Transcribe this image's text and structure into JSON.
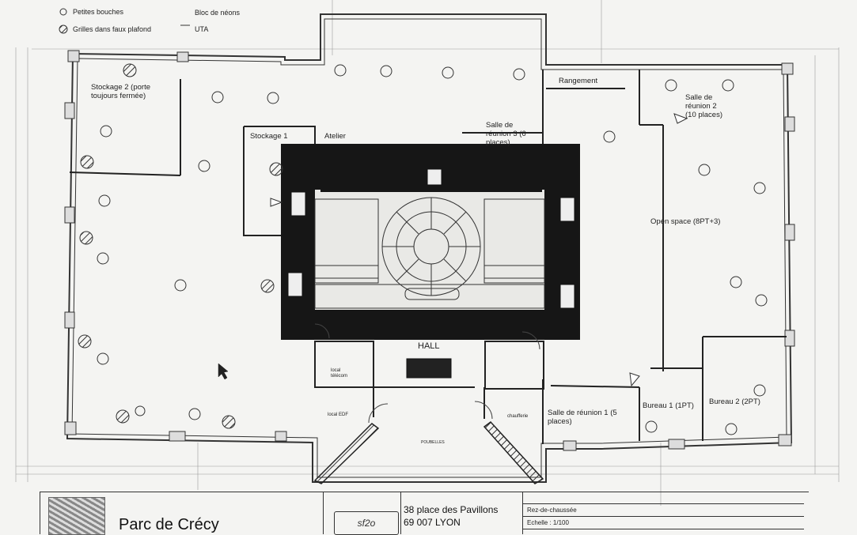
{
  "legend": {
    "items": [
      {
        "symbol": "circle",
        "label": "Petites bouches"
      },
      {
        "symbol": "hatched-circle",
        "label": "Grilles dans faux plafond"
      },
      {
        "symbol": "bar",
        "label": "Bloc de néons"
      },
      {
        "symbol": "triangle",
        "label": "UTA"
      }
    ]
  },
  "rooms": {
    "stockage2": "Stockage 2 (porte\ntoujours fermée)",
    "stockage1": "Stockage 1",
    "atelier": "Atelier",
    "salle_reunion3": "Salle de\nréunion 3 (6\nplaces)",
    "rangement": "Rangement",
    "salle_reunion2": "Salle de\nréunion 2\n(10 places)",
    "open_space": "Open space (8PT+3)",
    "hall": "HALL",
    "salle_reunion1": "Salle de réunion 1 (5\nplaces)",
    "bureau1": "Bureau 1 (1PT)",
    "bureau2": "Bureau 2 (2PT)",
    "local_telecom": "local\ntélécom",
    "local_edf": "local EDF",
    "chaufferie": "chaufferie",
    "poubelles": "POUBELLES"
  },
  "titleblock": {
    "project": "Parc de Crécy",
    "address_line1": "38 place des Pavillons",
    "address_line2": "69 007 LYON",
    "level": "Rez-de-chaussée",
    "scale": "Echelle : 1/100",
    "logo_text": "sf2o"
  }
}
